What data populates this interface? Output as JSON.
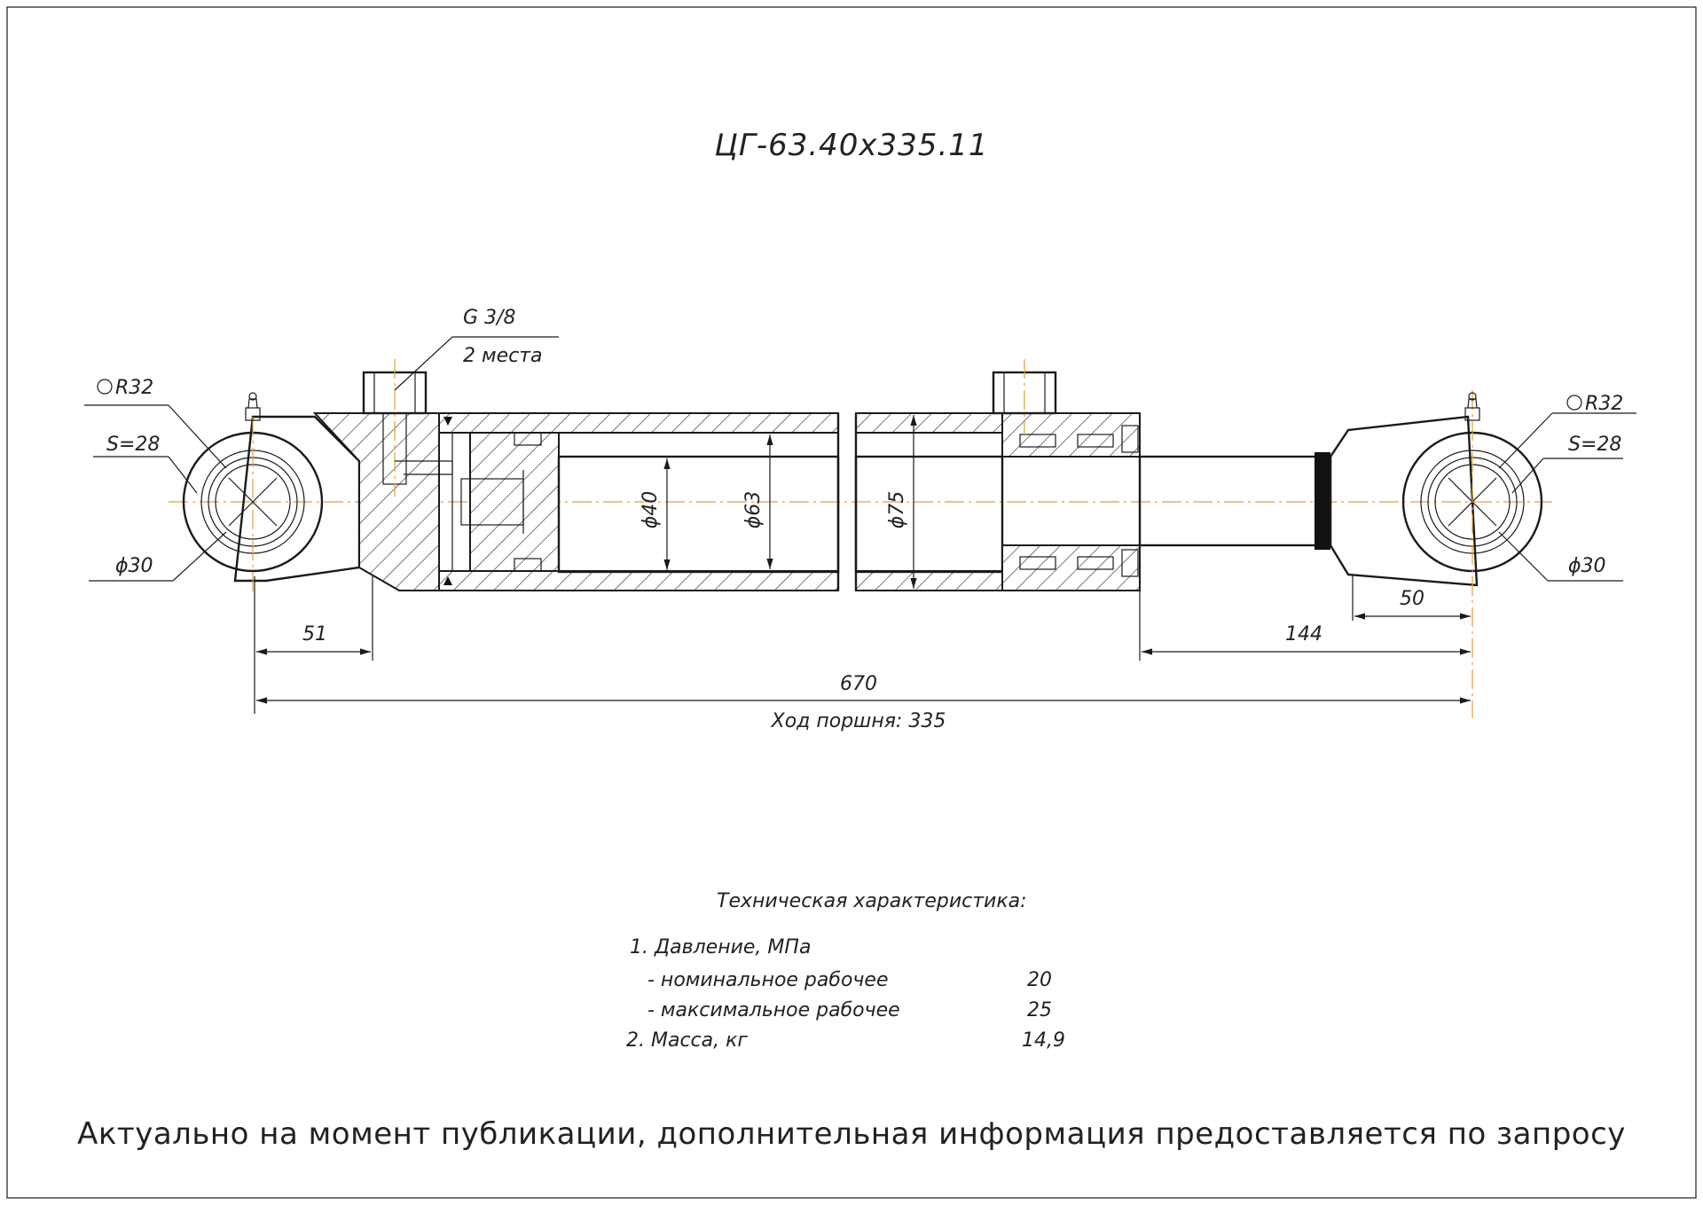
{
  "drawing": {
    "title": "ЦГ-63.40х335.11",
    "port_label_1": "G 3/8",
    "port_label_2": "2 места",
    "left_radius": "R32",
    "left_wrench": "S=28",
    "left_bore": "ϕ30",
    "right_radius": "R32",
    "right_wrench": "S=28",
    "right_bore": "ϕ30",
    "rod_dia": "ϕ40",
    "bore_dia": "ϕ63",
    "outer_dia": "ϕ75",
    "dim_51": "51",
    "dim_144": "144",
    "dim_50": "50",
    "dim_670": "670",
    "stroke_label": "Ход поршня: 335"
  },
  "specs": {
    "heading": "Техническая характеристика:",
    "pressure": "1. Давление, МПа",
    "nominal_label": "- номинальное рабочее",
    "nominal_value": "20",
    "max_label": "- максимальное рабочее",
    "max_value": "25",
    "mass_label": "2. Масса, кг",
    "mass_value": "14,9"
  },
  "footer": "Актуально на момент публикации, дополнительная информация предоставляется по запросу"
}
